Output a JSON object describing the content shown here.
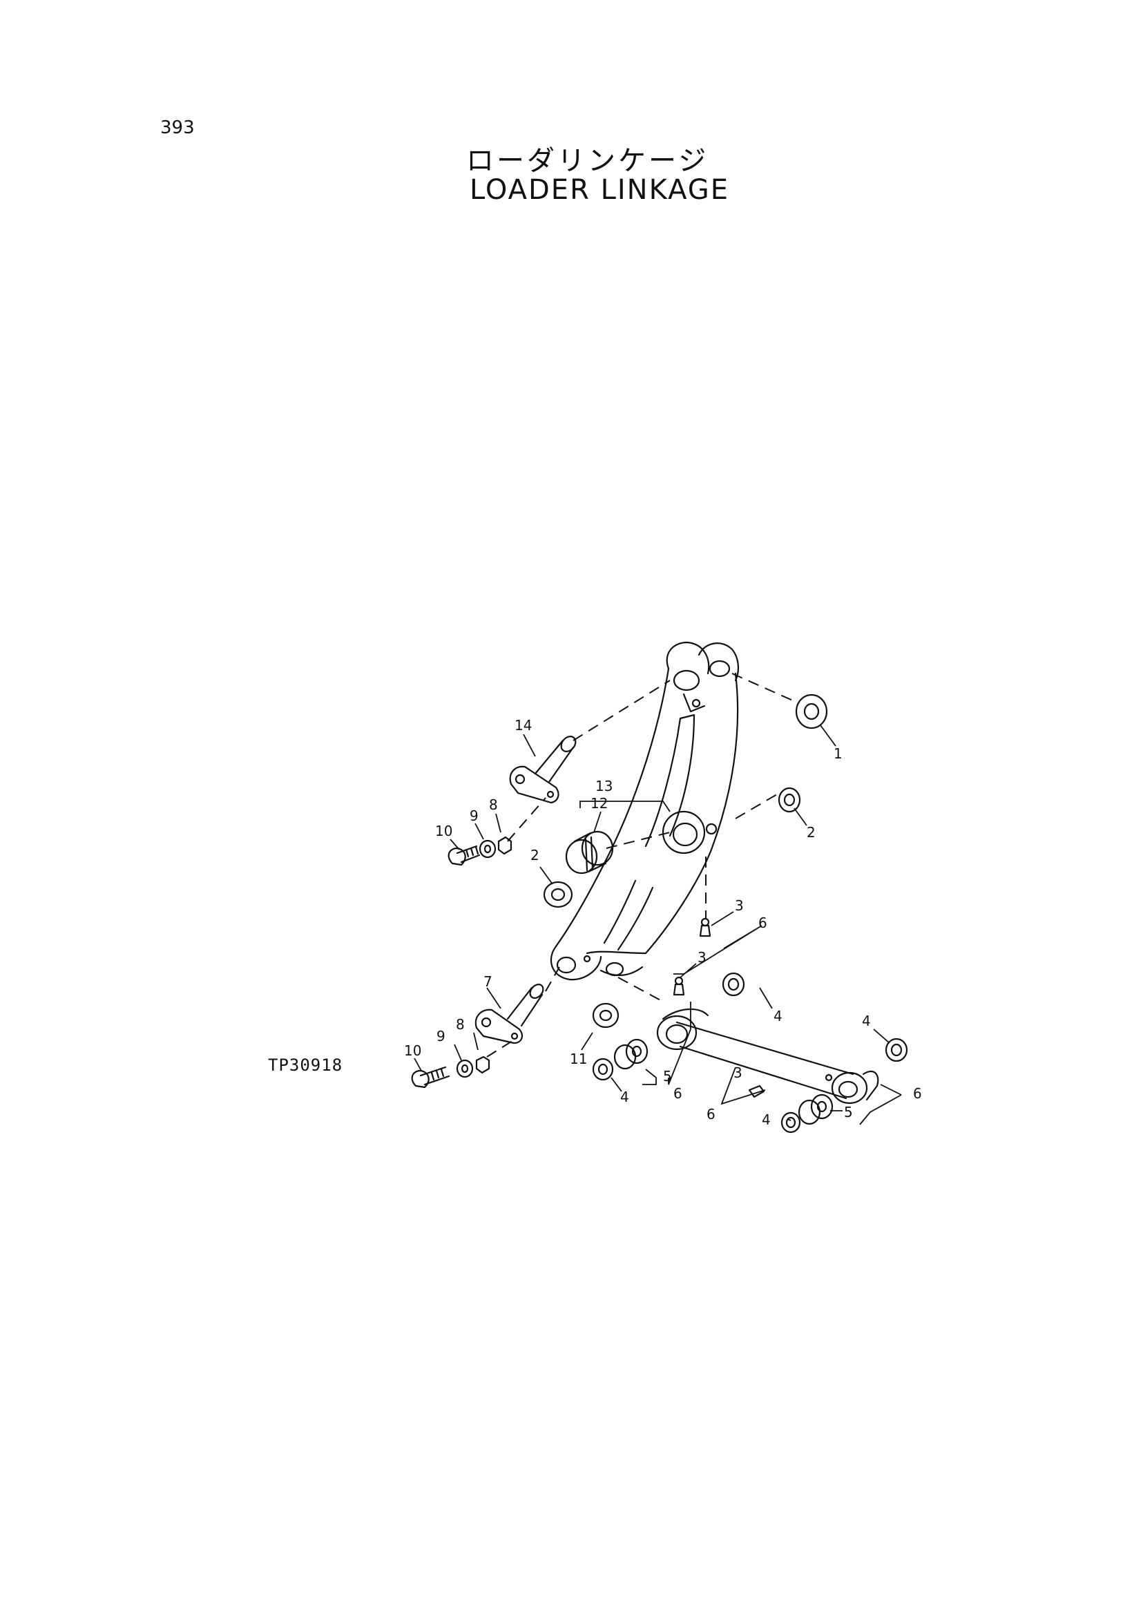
{
  "page": {
    "number": "393",
    "title_jp": "ローダリンケージ",
    "title_en": "LOADER LINKAGE",
    "drawing_id": "TP30918"
  },
  "diagram": {
    "callouts": [
      {
        "id": "c1",
        "label": "1"
      },
      {
        "id": "c2a",
        "label": "2"
      },
      {
        "id": "c2b",
        "label": "2"
      },
      {
        "id": "c3a",
        "label": "3"
      },
      {
        "id": "c3b",
        "label": "3"
      },
      {
        "id": "c3c",
        "label": "3"
      },
      {
        "id": "c4a",
        "label": "4"
      },
      {
        "id": "c4b",
        "label": "4"
      },
      {
        "id": "c4c",
        "label": "4"
      },
      {
        "id": "c4d",
        "label": "4"
      },
      {
        "id": "c5a",
        "label": "5"
      },
      {
        "id": "c5b",
        "label": "5"
      },
      {
        "id": "c6a",
        "label": "6"
      },
      {
        "id": "c6b",
        "label": "6"
      },
      {
        "id": "c6c",
        "label": "6"
      },
      {
        "id": "c6d",
        "label": "6"
      },
      {
        "id": "c7",
        "label": "7"
      },
      {
        "id": "c8a",
        "label": "8"
      },
      {
        "id": "c8b",
        "label": "8"
      },
      {
        "id": "c9a",
        "label": "9"
      },
      {
        "id": "c9b",
        "label": "9"
      },
      {
        "id": "c10a",
        "label": "10"
      },
      {
        "id": "c10b",
        "label": "10"
      },
      {
        "id": "c11",
        "label": "11"
      },
      {
        "id": "c12",
        "label": "12"
      },
      {
        "id": "c13",
        "label": "13"
      },
      {
        "id": "c14",
        "label": "14"
      }
    ]
  }
}
